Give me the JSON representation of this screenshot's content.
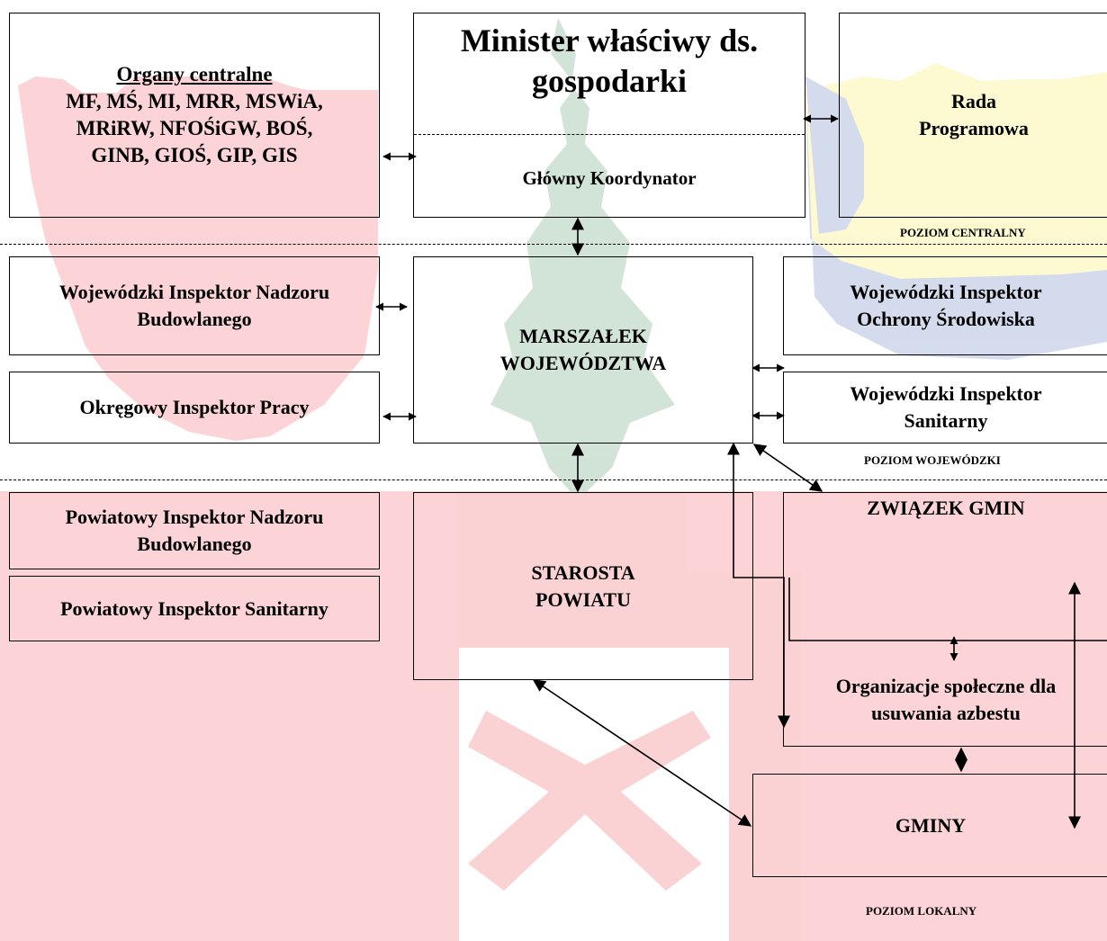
{
  "boxes": {
    "central_organs": {
      "heading": "Organy centralne",
      "lines": [
        "MF, MŚ, MI, MRR, MSWiA,",
        "MRiRW, NFOŚiGW, BOŚ,",
        "GINB, GIOŚ, GIP, GIS"
      ]
    },
    "minister": {
      "title_lines": [
        "Minister właściwy ds.",
        "gospodarki"
      ],
      "coordinator": "Główny Koordynator"
    },
    "program_council": {
      "lines": [
        "Rada",
        "Programowa"
      ]
    },
    "wind": {
      "lines": [
        "Wojewódzki Inspektor Nadzoru",
        "Budowlanego"
      ]
    },
    "oip": {
      "lines": [
        "Okręgowy Inspektor Pracy"
      ]
    },
    "marshal": {
      "lines": [
        "MARSZAŁEK",
        "WOJEWÓDZTWA"
      ]
    },
    "wios": {
      "lines": [
        "Wojewódzki Inspektor",
        "Ochrony Środowiska"
      ]
    },
    "wis": {
      "lines": [
        "Wojewódzki Inspektor",
        "Sanitarny"
      ]
    },
    "pinb": {
      "lines": [
        "Powiatowy Inspektor Nadzoru",
        "Budowlanego"
      ]
    },
    "pis": {
      "lines": [
        "Powiatowy Inspektor Sanitarny"
      ]
    },
    "starosta": {
      "lines": [
        "STAROSTA",
        "POWIATU"
      ]
    },
    "commune_union": {
      "lines": [
        "ZWIĄZEK GMIN"
      ]
    },
    "social_orgs": {
      "lines": [
        "Organizacje społeczne dla",
        "usuwania azbestu"
      ]
    },
    "communes": {
      "lines": [
        "GMINY"
      ]
    }
  },
  "levels": {
    "central": "POZIOM CENTRALNY",
    "voivodeship": "POZIOM WOJEWÓDZKI",
    "local": "POZIOM LOKALNY"
  },
  "colors": {
    "background_red": "#ee2430",
    "background_yellow": "#f6e21a",
    "background_blue": "#2e4fa3",
    "background_green": "#1f7a3c",
    "line": "#000000"
  }
}
